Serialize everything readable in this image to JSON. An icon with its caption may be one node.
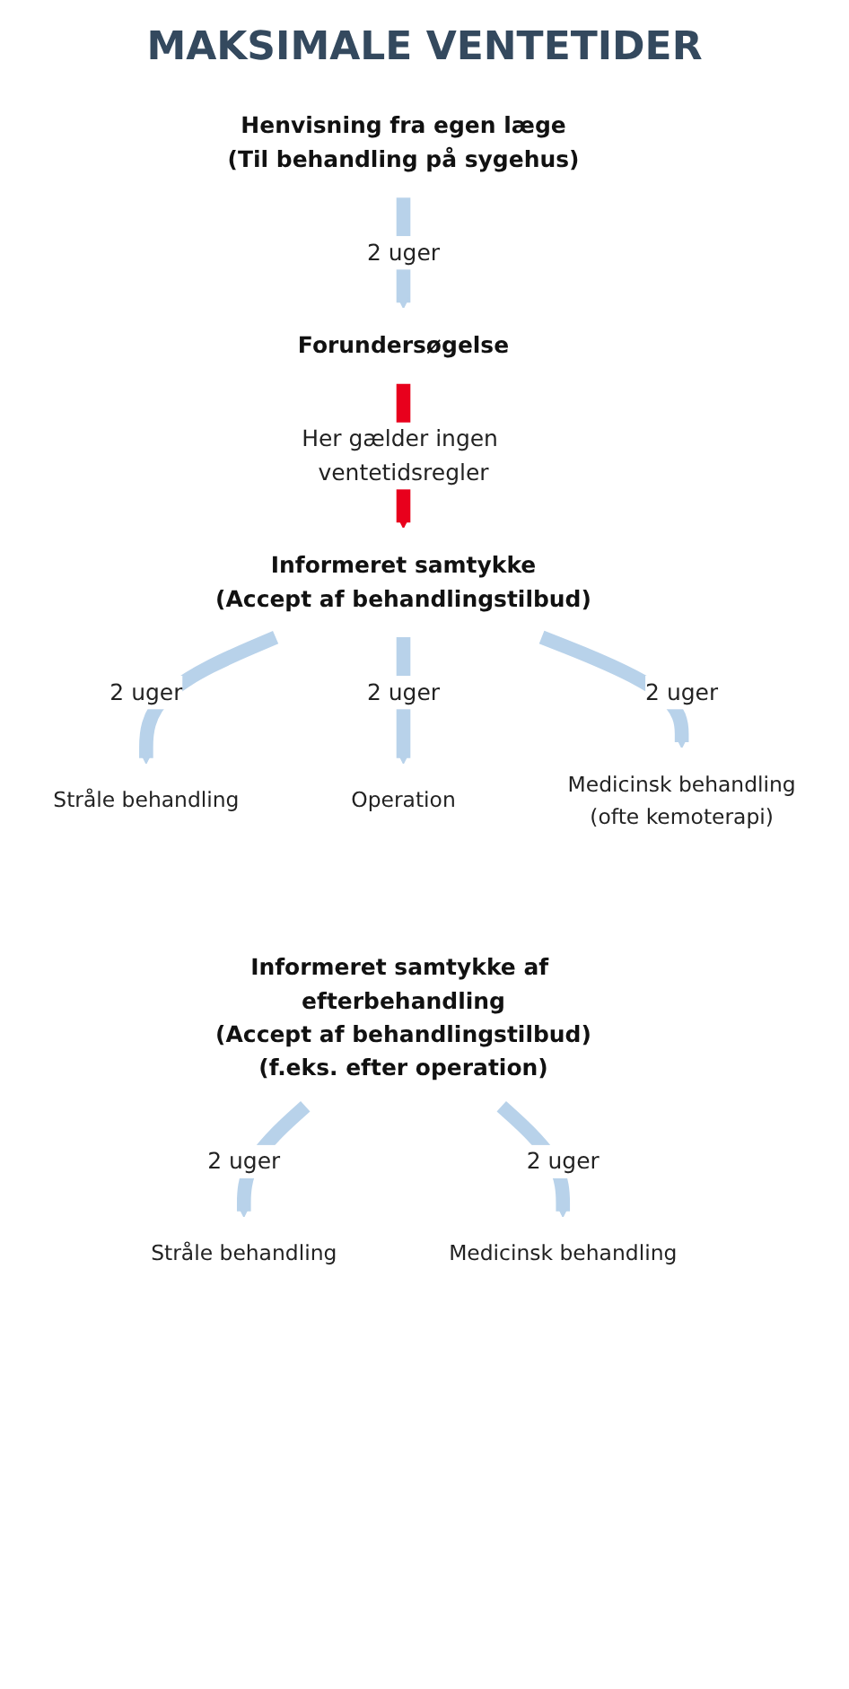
{
  "diagram": {
    "title": "MAKSIMALE VENTETIDER",
    "nodes": [
      {
        "text": [
          "Henvisning fra egen læge",
          "(Til behandling på sygehus)"
        ]
      },
      {
        "text": [
          "Forundersøgelse"
        ]
      },
      {
        "text": [
          "Informeret samtykke",
          "(Accept af behandlingstilbud)"
        ]
      },
      {
        "text": [
          "Stråle behandling"
        ]
      },
      {
        "text": [
          "Operation"
        ]
      },
      {
        "text": [
          "Medicinsk behandling",
          "(ofte kemoterapi)"
        ]
      },
      {
        "text": [
          "Informeret samtykke af efterbehandling",
          "(Accept af behandlingstilbud)",
          "(f.eks. efter operation)"
        ]
      },
      {
        "text": [
          "Stråle behandling"
        ]
      },
      {
        "text": [
          "Medicinsk behandling"
        ]
      }
    ],
    "edges": [
      {
        "from": 0,
        "to": 1,
        "arrow": "to",
        "label": "2 uger"
      },
      {
        "from": 1,
        "to": 2,
        "arrow": "to",
        "label": "Her gælder ingen ventetidsregler",
        "color": "#e8001c"
      },
      {
        "from": 2,
        "to": 3,
        "arrow": "to",
        "label": "2 uger"
      },
      {
        "from": 2,
        "to": 4,
        "arrow": "to",
        "label": "2 uger"
      },
      {
        "from": 2,
        "to": 5,
        "arrow": "to",
        "label": "2 uger"
      },
      {
        "from": 6,
        "to": 7,
        "arrow": "to",
        "label": "2 uger"
      },
      {
        "from": 6,
        "to": 8,
        "arrow": "to",
        "label": "2 uger"
      }
    ]
  }
}
